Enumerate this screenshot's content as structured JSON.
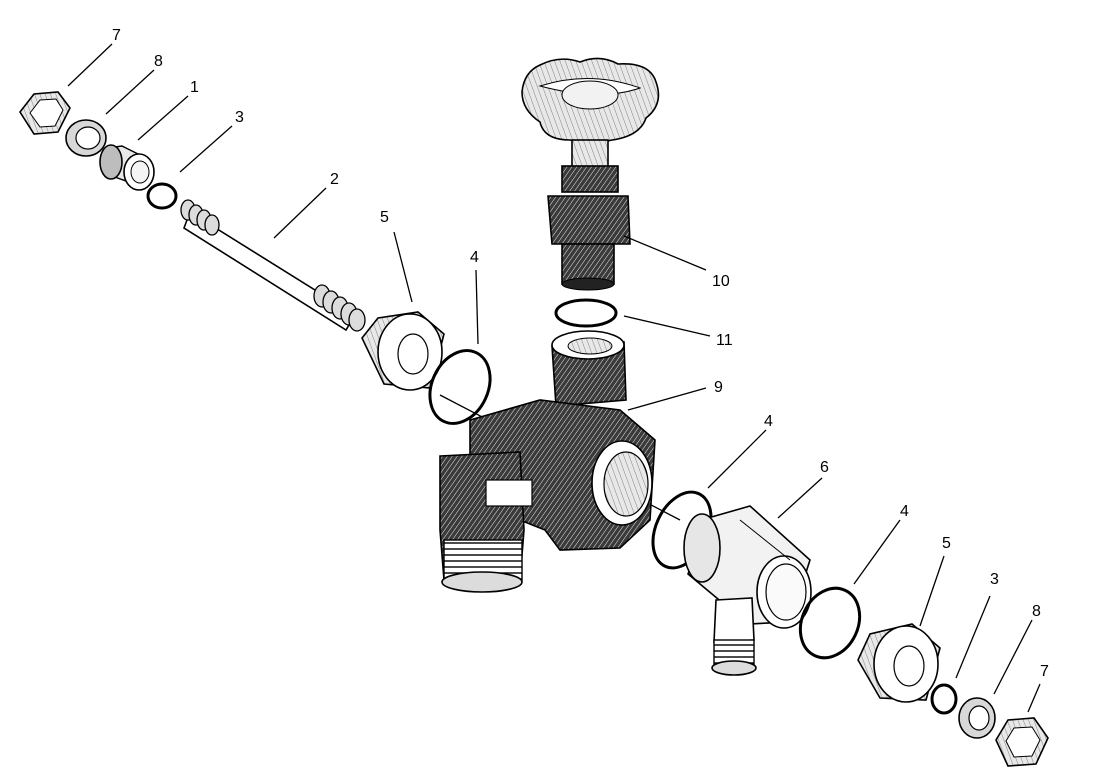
{
  "diagram": {
    "type": "exploded-parts-view",
    "callouts": [
      "7",
      "8",
      "1",
      "3",
      "2",
      "5",
      "4",
      "10",
      "11",
      "9",
      "4",
      "6",
      "4",
      "5",
      "3",
      "8",
      "7"
    ]
  },
  "colors": {
    "ink": "#000000",
    "paper": "#ffffff",
    "shade": "#4a4a4a"
  }
}
